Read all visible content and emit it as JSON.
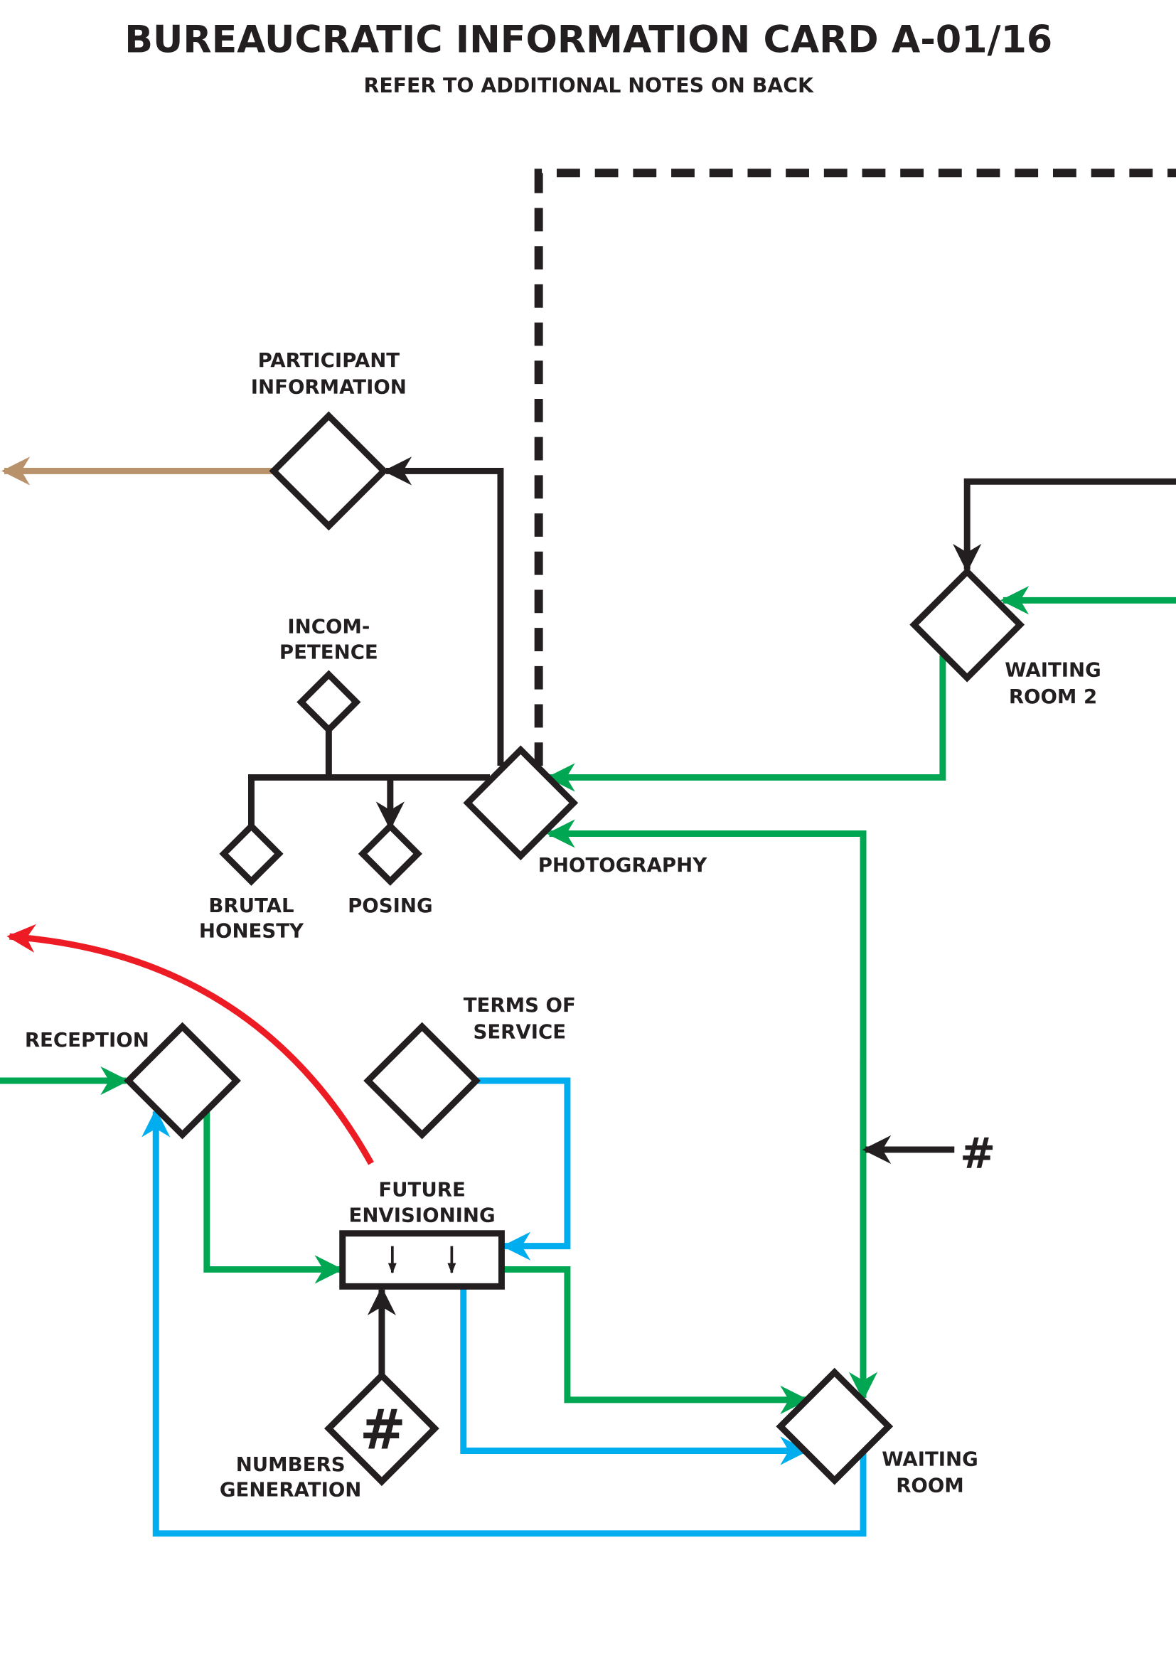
{
  "header": {
    "title": "BUREAUCRATIC INFORMATION CARD A-01/16",
    "subtitle": "REFER TO ADDITIONAL NOTES ON BACK"
  },
  "nodes": {
    "participant_information": [
      "PARTICIPANT",
      "INFORMATION"
    ],
    "incompetence": [
      "INCOM-",
      "PETENCE"
    ],
    "brutal_honesty": [
      "BRUTAL",
      "HONESTY"
    ],
    "posing": "POSING",
    "photography": "PHOTOGRAPHY",
    "waiting_room_2": [
      "WAITING",
      "ROOM 2"
    ],
    "reception": "RECEPTION",
    "terms_of_service": [
      "TERMS OF",
      "SERVICE"
    ],
    "future_envisioning": [
      "FUTURE",
      "ENVISIONING"
    ],
    "numbers_generation": [
      "NUMBERS",
      "GENERATION"
    ],
    "numbers_symbol": "#",
    "waiting_room": [
      "WAITING",
      "ROOM"
    ],
    "external_number_symbol": "#"
  },
  "colors": {
    "black": "#231f20",
    "green": "#00a651",
    "blue": "#00aeef",
    "red": "#ed1c24",
    "tan": "#b8926a"
  }
}
